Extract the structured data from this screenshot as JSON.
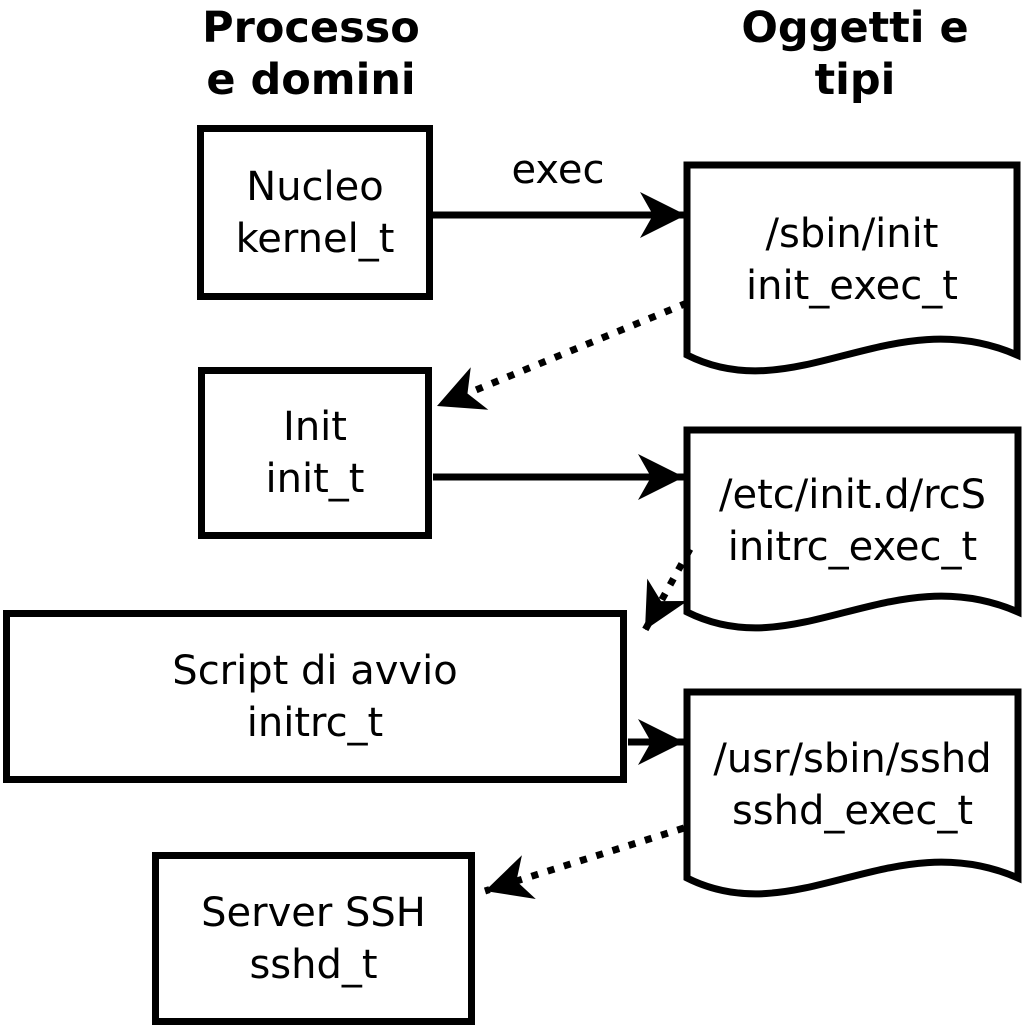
{
  "diagram": {
    "column_headers": {
      "processes": "Processo\ne domini",
      "objects": "Oggetti e\ntipi"
    },
    "process_boxes": [
      {
        "name": "Nucleo",
        "type": "kernel_t"
      },
      {
        "name": "Init",
        "type": "init_t"
      },
      {
        "name": "Script di avvio",
        "type": "initrc_t"
      },
      {
        "name": "Server SSH",
        "type": "sshd_t"
      }
    ],
    "object_files": [
      {
        "path": "/sbin/init",
        "type": "init_exec_t"
      },
      {
        "path": "/etc/init.d/rcS",
        "type": "initrc_exec_t"
      },
      {
        "path": "/usr/sbin/sshd",
        "type": "sshd_exec_t"
      }
    ],
    "arrow_labels": {
      "exec": "exec"
    },
    "colors": {
      "ink": "#000000",
      "background": "#ffffff"
    }
  }
}
